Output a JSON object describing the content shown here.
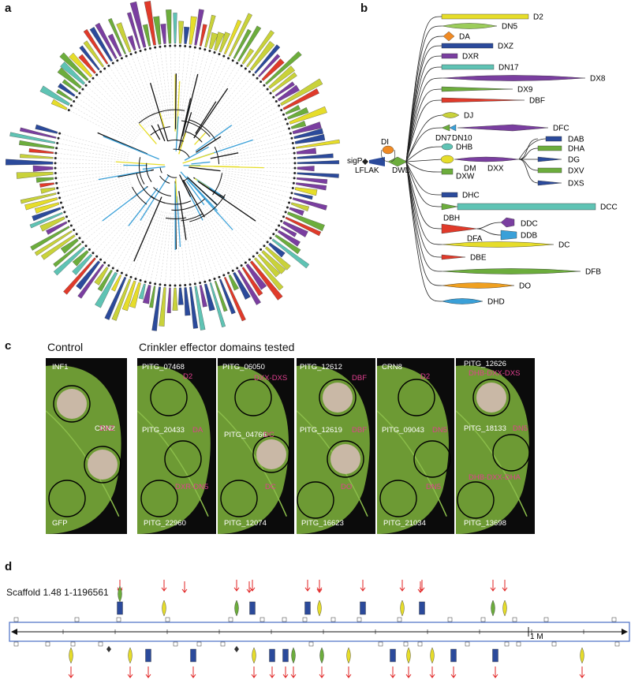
{
  "panels": {
    "a": "a",
    "b": "b",
    "c": "c",
    "d": "d"
  },
  "colors": {
    "purple": "#7a3ea0",
    "blue": "#2b4a9b",
    "yellow": "#e6dd2a",
    "green": "#6cad3c",
    "teal": "#5fc3b4",
    "orange": "#f08a24",
    "red": "#e03a2a",
    "lightblue": "#3aa0d8",
    "olive": "#c9d23a",
    "pink": "#e0408f",
    "leaf": "#6d9a34",
    "arrow_red": "#e02020"
  },
  "panel_b": {
    "root_labels": {
      "sigP": "sigP",
      "LFLAK": "LFLAK",
      "DWL": "DWL",
      "DI": "DI"
    },
    "leaves": [
      {
        "name": "D2",
        "color": "#e6dd2a"
      },
      {
        "name": "DN5",
        "color": "#9ccd5a"
      },
      {
        "name": "DA",
        "color": "#f08a24"
      },
      {
        "name": "DXZ",
        "color": "#2b4a9b"
      },
      {
        "name": "DXR",
        "color": "#7a3ea0"
      },
      {
        "name": "DN17",
        "color": "#5fc3b4"
      },
      {
        "name": "DX8",
        "color": "#7a3ea0"
      },
      {
        "name": "DX9",
        "color": "#6cad3c"
      },
      {
        "name": "DBF",
        "color": "#e03a2a"
      },
      {
        "name": "DJ",
        "color": "#c9d23a"
      },
      {
        "name": "DN7",
        "color": "#6cad3c"
      },
      {
        "name": "DN10",
        "color": "#3aa0d8"
      },
      {
        "name": "DFC",
        "color": "#7a3ea0"
      },
      {
        "name": "DHB",
        "color": "#5fc3b4"
      },
      {
        "name": "DAB",
        "color": "#2b4a9b"
      },
      {
        "name": "DHA",
        "color": "#6cad3c"
      },
      {
        "name": "DM",
        "color": "#e6dd2a"
      },
      {
        "name": "DXX",
        "color": "#7a3ea0"
      },
      {
        "name": "DXW",
        "color": "#6cad3c"
      },
      {
        "name": "DG",
        "color": "#2b4a9b"
      },
      {
        "name": "DXV",
        "color": "#6cad3c"
      },
      {
        "name": "DXS",
        "color": "#2b4a9b"
      },
      {
        "name": "DHC",
        "color": "#2b4a9b"
      },
      {
        "name": "DBH",
        "color": "#6cad3c"
      },
      {
        "name": "DCC",
        "color": "#5fc3b4"
      },
      {
        "name": "DDC",
        "color": "#7a3ea0"
      },
      {
        "name": "DFA",
        "color": "#e03a2a"
      },
      {
        "name": "DDB",
        "color": "#3aa0d8"
      },
      {
        "name": "DC",
        "color": "#e6dd2a"
      },
      {
        "name": "DBE",
        "color": "#e03a2a"
      },
      {
        "name": "DFB",
        "color": "#6cad3c"
      },
      {
        "name": "DO",
        "color": "#f0a020"
      },
      {
        "name": "DHD",
        "color": "#3aa0d8"
      }
    ]
  },
  "panel_c": {
    "control_heading": "Control",
    "tested_heading": "Crinkler effector domains tested",
    "photos": [
      {
        "labels_white": [
          "INF1",
          "CRN2",
          "GFP"
        ],
        "labels_pink": [
          "DXZ"
        ]
      },
      {
        "labels_white": [
          "PITG_07468",
          "PITG_20433",
          "PITG_22960"
        ],
        "labels_pink": [
          "D2",
          "DA",
          "DXR-DN5"
        ]
      },
      {
        "labels_white": [
          "PITG_06050",
          "PITG_04766",
          "PITG_12074"
        ],
        "labels_pink": [
          "DXX-DXS",
          "DC",
          "DC"
        ]
      },
      {
        "labels_white": [
          "PITG_12612",
          "PITG_12619",
          "PITG_16623"
        ],
        "labels_pink": [
          "DBF",
          "DBF",
          "DO"
        ]
      },
      {
        "labels_white": [
          "CRN8",
          "PITG_09043",
          "PITG_21034"
        ],
        "labels_pink": [
          "D2",
          "DN5",
          "DN5"
        ]
      },
      {
        "labels_white": [
          "PITG_12626",
          "PITG_18133",
          "PITG_13698"
        ],
        "labels_pink": [
          "DHB-DXX-DXS",
          "DN5",
          "DHB-DXX-DHA"
        ]
      }
    ]
  },
  "panel_d": {
    "scaffold_label": "Scaffold 1.48 1-1196561",
    "scale_label": "1 M"
  }
}
